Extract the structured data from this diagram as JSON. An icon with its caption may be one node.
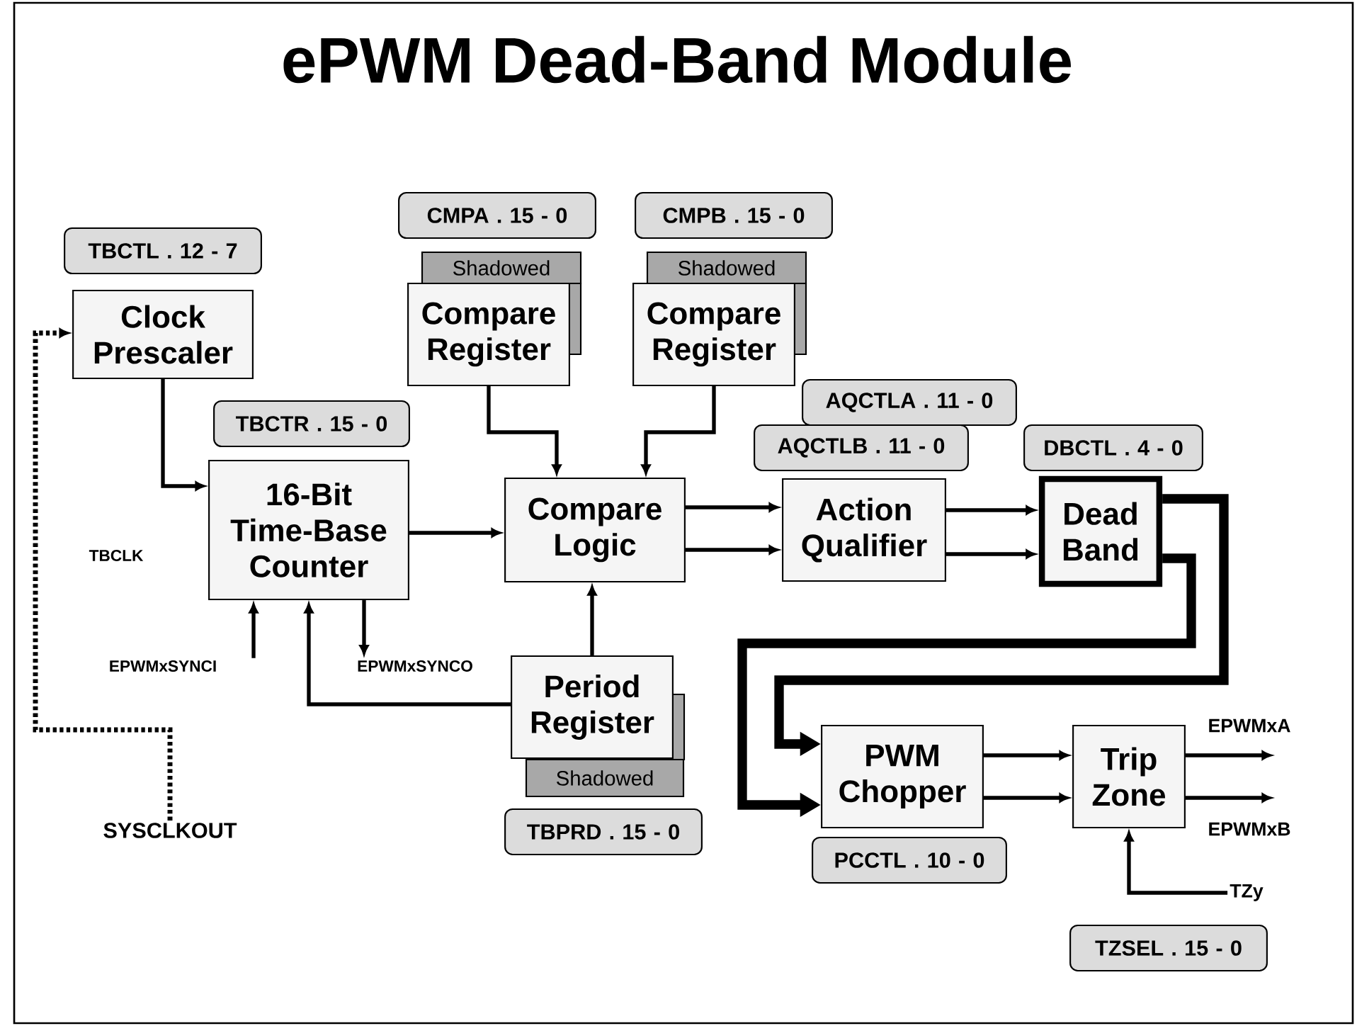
{
  "diagram": {
    "title": "ePWM Dead-Band Module",
    "nodes": [
      {
        "text": [
          "TBCTL . 12 - 7"
        ]
      },
      {
        "text": [
          "Clock Prescaler"
        ]
      },
      {
        "text": [
          "TBCTR . 15 - 0"
        ]
      },
      {
        "text": [
          "16-Bit Time-Base Counter"
        ]
      },
      {
        "text": [
          "CMPA . 15 - 0"
        ]
      },
      {
        "text": [
          "Shadowed"
        ]
      },
      {
        "text": [
          "Compare Register"
        ]
      },
      {
        "text": [
          "CMPB . 15 - 0"
        ]
      },
      {
        "text": [
          "Shadowed"
        ]
      },
      {
        "text": [
          "Compare Register"
        ]
      },
      {
        "text": [
          "Compare Logic"
        ]
      },
      {
        "text": [
          "AQCTLA . 11 - 0"
        ]
      },
      {
        "text": [
          "AQCTLB . 11 - 0"
        ]
      },
      {
        "text": [
          "Action Qualifier"
        ]
      },
      {
        "text": [
          "DBCTL . 4 - 0"
        ]
      },
      {
        "text": [
          "Dead Band"
        ]
      },
      {
        "text": [
          "Period Register"
        ]
      },
      {
        "text": [
          "Shadowed"
        ]
      },
      {
        "text": [
          "TBPRD . 15 - 0"
        ]
      },
      {
        "text": [
          "PWM Chopper"
        ]
      },
      {
        "text": [
          "PCCTL . 10 - 0"
        ]
      },
      {
        "text": [
          "Trip Zone"
        ]
      },
      {
        "text": [
          "TZSEL . 15 - 0"
        ]
      },
      {
        "text": [
          "SYSCLKOUT"
        ]
      },
      {
        "text": [
          "EPWMxSYNCI"
        ]
      },
      {
        "text": [
          "EPWMxSYNCO"
        ]
      },
      {
        "text": [
          "TZy"
        ]
      }
    ],
    "edges": [
      {
        "from": 23,
        "to": 1,
        "arrow": "to",
        "style": "dashed"
      },
      {
        "from": 1,
        "to": 3,
        "arrow": "to",
        "label": "TBCLK"
      },
      {
        "from": 3,
        "to": 10,
        "arrow": "to"
      },
      {
        "from": 6,
        "to": 10,
        "arrow": "to"
      },
      {
        "from": 9,
        "to": 10,
        "arrow": "to"
      },
      {
        "from": 16,
        "to": 10,
        "arrow": "to"
      },
      {
        "from": 16,
        "to": 3,
        "arrow": "to"
      },
      {
        "from": 24,
        "to": 3,
        "arrow": "to"
      },
      {
        "from": 3,
        "to": 25,
        "arrow": "to"
      },
      {
        "from": 10,
        "to": 13,
        "arrow": "to"
      },
      {
        "from": 10,
        "to": 13,
        "arrow": "to"
      },
      {
        "from": 13,
        "to": 15,
        "arrow": "to"
      },
      {
        "from": 13,
        "to": 15,
        "arrow": "to"
      },
      {
        "from": 15,
        "to": 19,
        "arrow": "to",
        "style": "thick"
      },
      {
        "from": 15,
        "to": 19,
        "arrow": "to",
        "style": "thick"
      },
      {
        "from": 19,
        "to": 21,
        "arrow": "to"
      },
      {
        "from": 19,
        "to": 21,
        "arrow": "to"
      },
      {
        "from": 21,
        "to": null,
        "arrow": "to",
        "label": "EPWMxA"
      },
      {
        "from": 21,
        "to": null,
        "arrow": "to",
        "label": "EPWMxB"
      },
      {
        "from": 26,
        "to": 21,
        "arrow": "to"
      }
    ]
  }
}
